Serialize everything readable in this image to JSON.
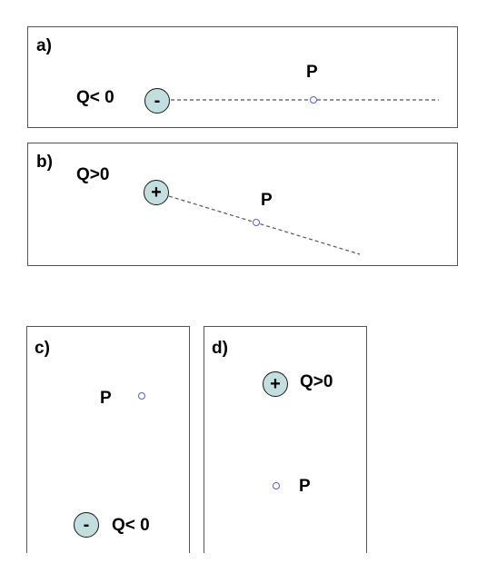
{
  "panels": {
    "a": {
      "label": "a)",
      "charge_label": "Q< 0",
      "charge_sign": "-",
      "point_label": "P"
    },
    "b": {
      "label": "b)",
      "charge_label": "Q>0",
      "charge_sign": "+",
      "point_label": "P"
    },
    "c": {
      "label": "c)",
      "charge_label": "Q< 0",
      "charge_sign": "-",
      "point_label": "P"
    },
    "d": {
      "label": "d)",
      "charge_label": "Q>0",
      "charge_sign": "+",
      "point_label": "P"
    }
  },
  "colors": {
    "charge_fill": "#c3dede",
    "point_stroke": "#5b5bd6",
    "dashed_line": "#555555",
    "panel_border": "#555555"
  }
}
